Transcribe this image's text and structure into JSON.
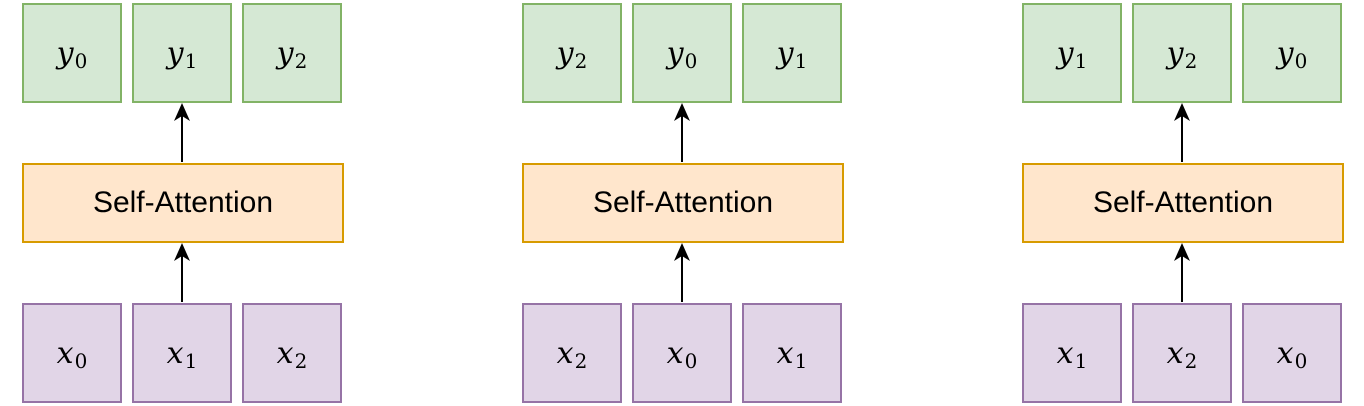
{
  "diagrams": [
    {
      "block_label": "Self-Attention",
      "outputs": [
        {
          "letter": "y",
          "index": "0"
        },
        {
          "letter": "y",
          "index": "1"
        },
        {
          "letter": "y",
          "index": "2"
        }
      ],
      "inputs": [
        {
          "letter": "x",
          "index": "0"
        },
        {
          "letter": "x",
          "index": "1"
        },
        {
          "letter": "x",
          "index": "2"
        }
      ]
    },
    {
      "block_label": "Self-Attention",
      "outputs": [
        {
          "letter": "y",
          "index": "2"
        },
        {
          "letter": "y",
          "index": "0"
        },
        {
          "letter": "y",
          "index": "1"
        }
      ],
      "inputs": [
        {
          "letter": "x",
          "index": "2"
        },
        {
          "letter": "x",
          "index": "0"
        },
        {
          "letter": "x",
          "index": "1"
        }
      ]
    },
    {
      "block_label": "Self-Attention",
      "outputs": [
        {
          "letter": "y",
          "index": "1"
        },
        {
          "letter": "y",
          "index": "2"
        },
        {
          "letter": "y",
          "index": "0"
        }
      ],
      "inputs": [
        {
          "letter": "x",
          "index": "1"
        },
        {
          "letter": "x",
          "index": "2"
        },
        {
          "letter": "x",
          "index": "0"
        }
      ]
    }
  ],
  "colors": {
    "output_fill": "#d5e8d4",
    "output_stroke": "#82b366",
    "input_fill": "#e1d5e7",
    "input_stroke": "#9673a6",
    "block_fill": "#ffe6cc",
    "block_stroke": "#d79b00",
    "arrow": "#000000"
  }
}
